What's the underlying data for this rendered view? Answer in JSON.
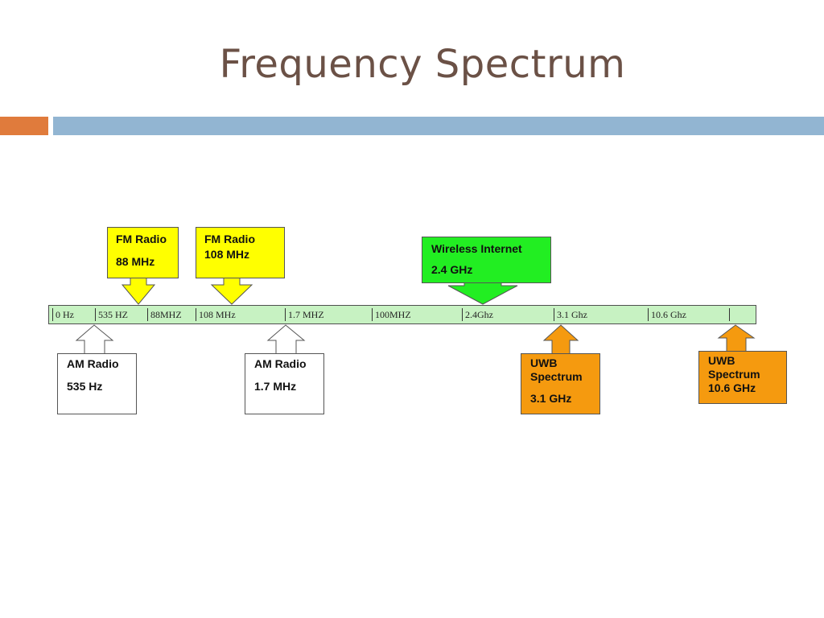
{
  "slide": {
    "title": "Frequency Spectrum"
  },
  "spectrum": {
    "ticks": [
      "0 Hz",
      "535 HZ",
      "88MHZ",
      "108 MHz",
      "1.7 MHZ",
      "100MHZ",
      "2.4Ghz",
      "3.1 Ghz",
      "10.6 Ghz"
    ]
  },
  "callouts": {
    "fm_88": {
      "line1": "FM Radio",
      "line2": "88 MHz"
    },
    "fm_108": {
      "line1": "FM Radio",
      "line2": "108 MHz"
    },
    "wireless": {
      "line1": "Wireless Internet",
      "line2": "2.4 GHz"
    },
    "am_535": {
      "line1": "AM Radio",
      "line2": "535 Hz"
    },
    "am_17": {
      "line1": "AM Radio",
      "line2": "1.7 MHz"
    },
    "uwb_31": {
      "line1": "UWB",
      "line2": "Spectrum",
      "line3": "3.1 GHz"
    },
    "uwb_106": {
      "line1": "UWB",
      "line2": "Spectrum",
      "line3": "10.6 GHz"
    }
  },
  "colors": {
    "title": "#6b5146",
    "accent_orange": "#e07b3c",
    "accent_blue": "#92b5d2",
    "scale_fill": "#c7f2c2",
    "fm": "#ffff00",
    "wireless": "#22ee22",
    "uwb": "#f59a0f",
    "am": "#ffffff"
  }
}
